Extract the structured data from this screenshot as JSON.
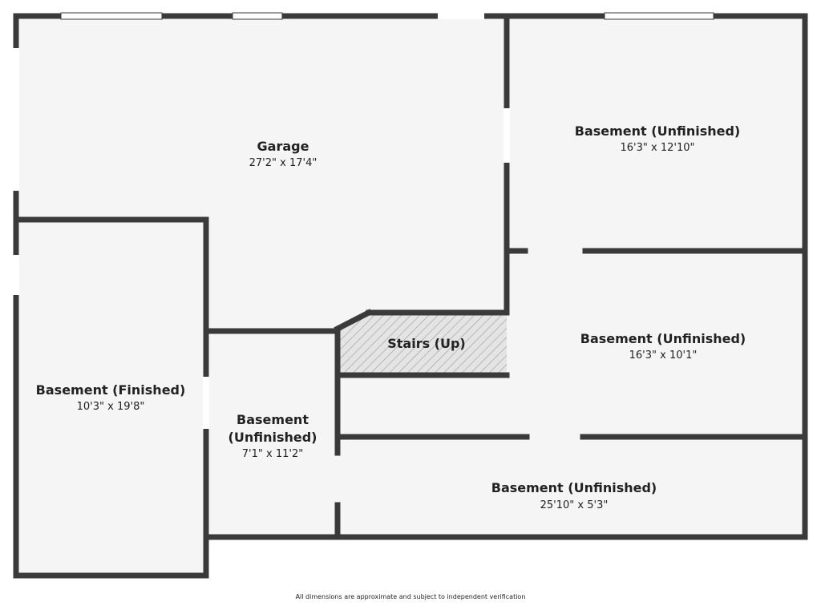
{
  "colors": {
    "wall": "#3a3a3a",
    "floor": "#f5f5f5",
    "stairs_fill": "#e4e4e4",
    "stairs_hatch": "#9a9a9a",
    "window": "#ffffff"
  },
  "rooms": [
    {
      "id": "garage",
      "name": "Garage",
      "dims": "27'2\" x 17'4\""
    },
    {
      "id": "basement-ne",
      "name": "Basement (Unfinished)",
      "dims": "16'3\" x 12'10\""
    },
    {
      "id": "basement-e",
      "name": "Basement (Unfinished)",
      "dims": "16'3\" x 10'1\""
    },
    {
      "id": "basement-finished",
      "name": "Basement (Finished)",
      "dims": "10'3\" x 19'8\""
    },
    {
      "id": "basement-small",
      "name_line1": "Basement",
      "name_line2": "(Unfinished)",
      "dims": "7'1\" x 11'2\""
    },
    {
      "id": "basement-s",
      "name": "Basement (Unfinished)",
      "dims": "25'10\" x 5'3\""
    }
  ],
  "stairs": {
    "label": "Stairs (Up)"
  },
  "footer": {
    "disclaimer": "All dimensions are approximate and subject to independent verification"
  }
}
